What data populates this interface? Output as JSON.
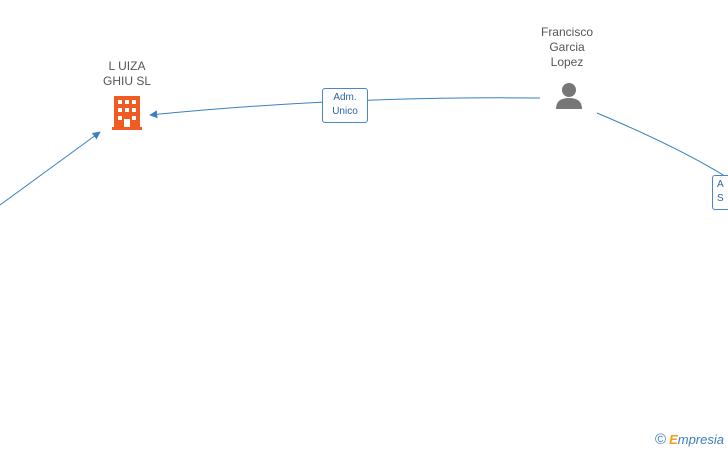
{
  "colors": {
    "edge": "#3b7fc4",
    "company_icon": "#f05a23",
    "person_icon": "#777777"
  },
  "nodes": {
    "company": {
      "line1": "L UIZA",
      "line2": "GHIU SL",
      "icon": "building-icon"
    },
    "person": {
      "line1": "Francisco",
      "line2": "Garcia",
      "line3": "Lopez",
      "icon": "person-icon"
    }
  },
  "edges": {
    "person_to_company": {
      "line1": "Adm.",
      "line2": "Unico"
    },
    "person_to_right": {
      "line1": "A",
      "line2": "S"
    }
  },
  "watermark": {
    "copyright": "©",
    "brand_initial": "E",
    "brand_rest": "mpresia"
  }
}
